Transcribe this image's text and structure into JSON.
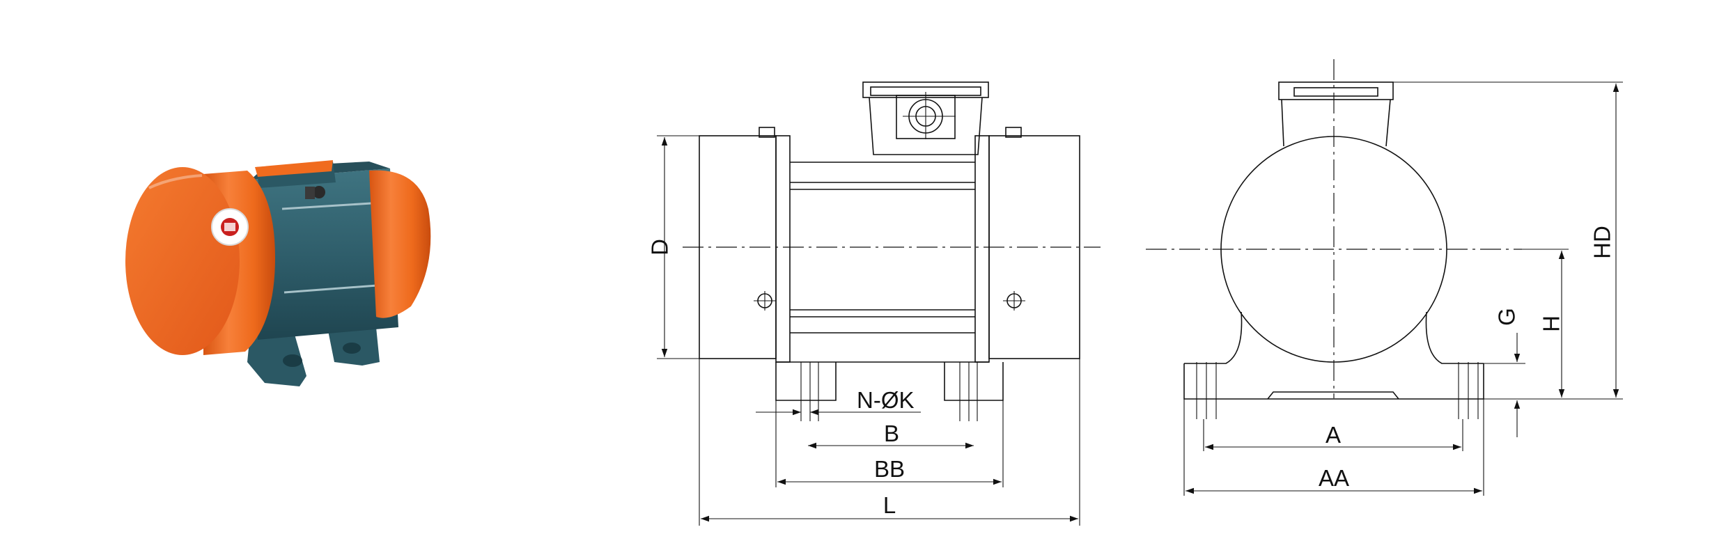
{
  "colors": {
    "housing_orange": "#ef6a1c",
    "body_teal": "#2e5b68",
    "terminal_box_orange": "#f06b1e",
    "line": "#111111"
  },
  "product_photo": {
    "icon": "vibration-motor-photo"
  },
  "front_view": {
    "labels": {
      "D": "D",
      "N_OK": "N-ØK",
      "B": "B",
      "BB": "BB",
      "L": "L"
    }
  },
  "side_view": {
    "labels": {
      "A": "A",
      "AA": "AA",
      "G": "G",
      "H": "H",
      "HD": "HD"
    }
  }
}
